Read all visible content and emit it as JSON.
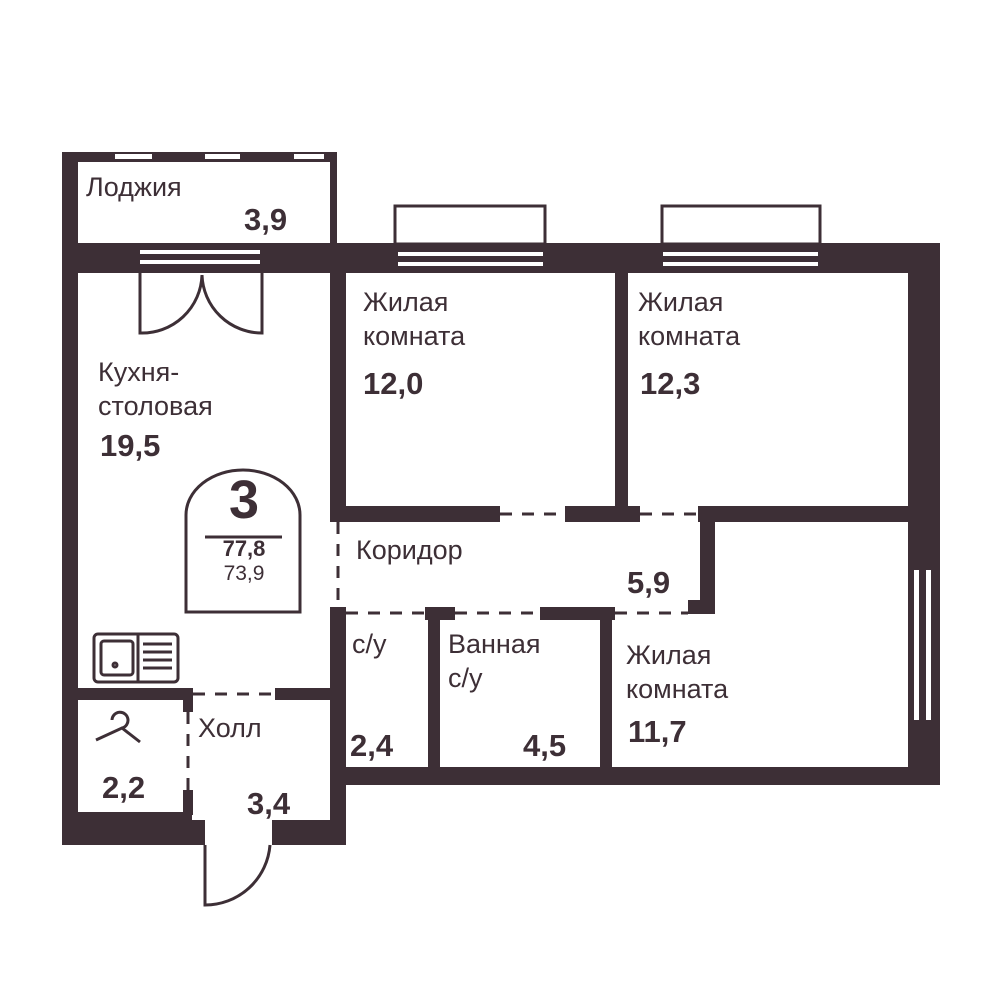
{
  "colors": {
    "wall": "#3d2f36",
    "background": "#ffffff"
  },
  "badge": {
    "rooms": "3",
    "total_area": "77,8",
    "living_area": "73,9"
  },
  "rooms": [
    {
      "name": "Лоджия",
      "area": "3,9"
    },
    {
      "name": "Кухня-\nстоловая",
      "area": "19,5"
    },
    {
      "name": "Жилая\nкомната",
      "area": "12,0"
    },
    {
      "name": "Жилая\nкомната",
      "area": "12,3"
    },
    {
      "name": "Коридор",
      "area": "5,9"
    },
    {
      "name": "с/у",
      "area": "2,4"
    },
    {
      "name": "Ванная\nс/у",
      "area": "4,5"
    },
    {
      "name": "Жилая\nкомната",
      "area": "11,7"
    },
    {
      "name": "Холл",
      "area": "3,4"
    },
    {
      "name": "",
      "area": "2,2"
    }
  ]
}
